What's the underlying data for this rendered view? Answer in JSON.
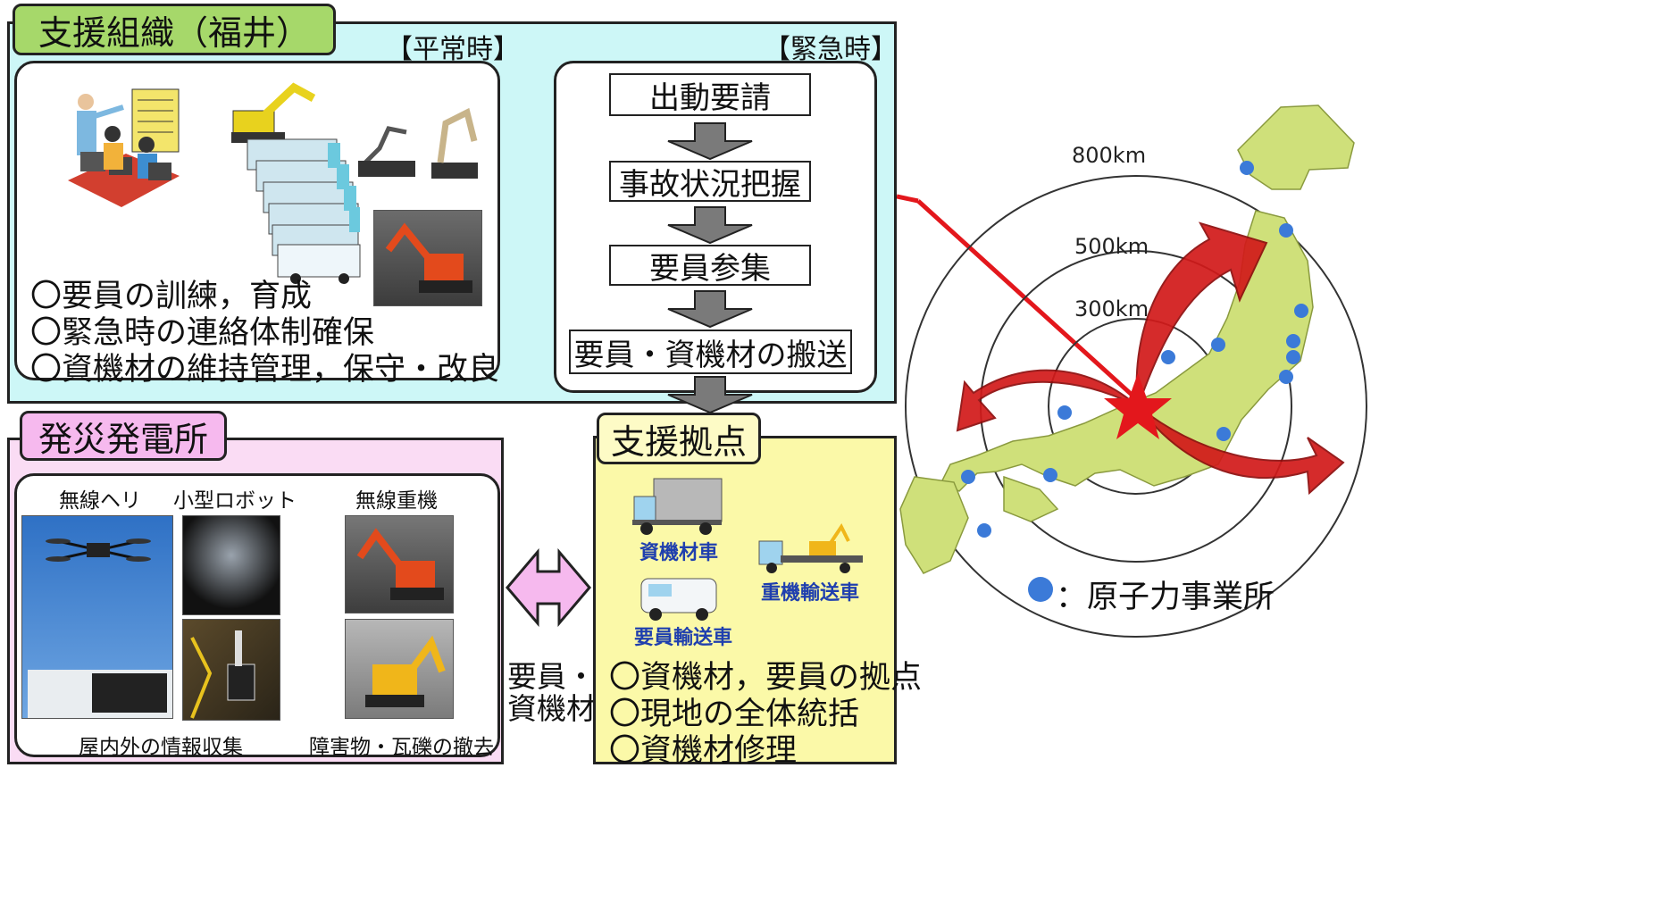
{
  "support_org": {
    "title": "支援組織（福井）",
    "normal_label": "【平常時】",
    "emergency_label": "【緊急時】",
    "normal_bullets": [
      "〇要員の訓練，育成",
      "〇緊急時の連絡体制確保",
      "〇資機材の維持管理，保守・改良"
    ],
    "flow_steps": [
      "出動要請",
      "事故状況把握",
      "要員参集",
      "要員・資機材の搬送"
    ]
  },
  "disaster_plant": {
    "title": "発災発電所",
    "captions": {
      "drone": "無線ヘリ",
      "robot": "小型ロボット",
      "heavy": "無線重機",
      "info": "屋内外の情報収集",
      "debris": "障害物・瓦礫の撤去"
    }
  },
  "transfer_label": [
    "要員・",
    "資機材"
  ],
  "support_base": {
    "title": "支援拠点",
    "vehicles": {
      "truck": "資機材車",
      "carrier": "重機輸送車",
      "van": "要員輸送車"
    },
    "bullets": [
      "〇資機材，要員の拠点",
      "〇現地の全体統括",
      "〇資機材修理"
    ]
  },
  "map": {
    "rings": [
      "800km",
      "500km",
      "300km"
    ],
    "legend": "：原子力事業所",
    "colors": {
      "land": "#cfe07a",
      "site": "#3b7ad8",
      "arrow": "#d21a1a",
      "ring": "#333333"
    }
  },
  "colors": {
    "support_bg": "#cdf7f7",
    "support_tab": "#a6d86a",
    "plant_bg": "#fadcf4",
    "plant_tab": "#f6b9ee",
    "base_bg": "#fbf9a8",
    "base_tab": "#fdfbc6",
    "flow_arrow": "#7a7a7a"
  }
}
